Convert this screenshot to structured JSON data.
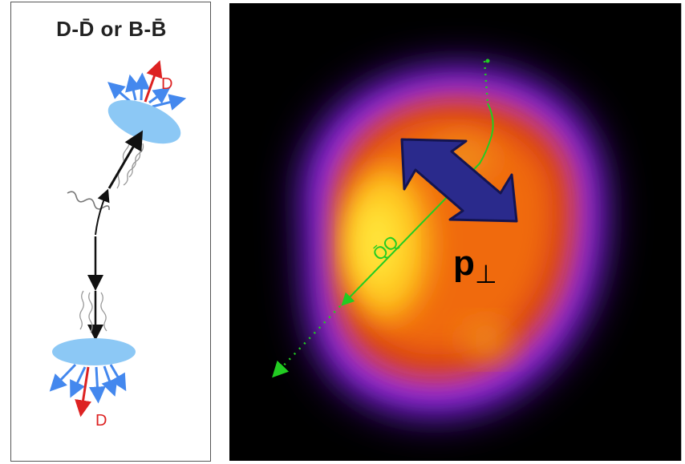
{
  "left_panel": {
    "title": "D-D̄  or B-B̄",
    "label_top": "D",
    "label_bottom": "D"
  },
  "right_panel": {
    "pair_label": "Q̄Q",
    "momentum_label": "p",
    "momentum_subscript": "⊥"
  },
  "colors": {
    "quark_red": "#dd2222",
    "hadron_blue": "#4488ee",
    "ellipse_fill": "#8cc8f5",
    "track_green": "#22cc22",
    "arrow_navy": "#2a2a8c"
  }
}
